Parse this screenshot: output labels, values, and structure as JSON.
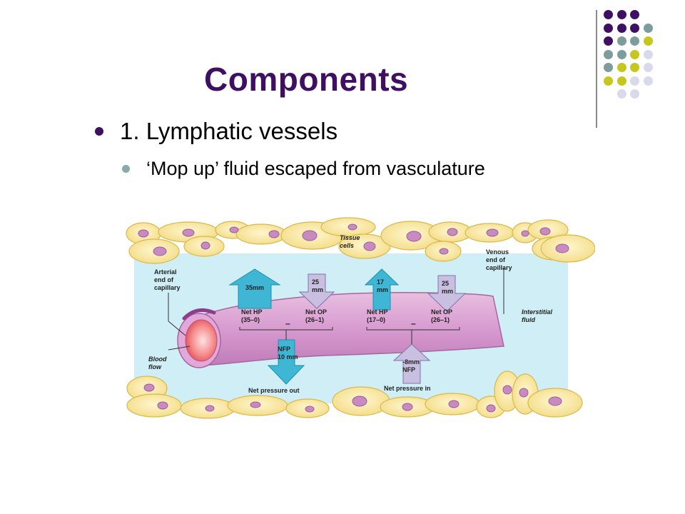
{
  "slide": {
    "title": "Components",
    "bullets": [
      {
        "text": "1. Lymphatic vessels",
        "level": 1
      },
      {
        "text": "‘Mop up’ fluid escaped from vasculature",
        "level": 2
      }
    ]
  },
  "colors": {
    "title": "#3f1062",
    "bullet_l1": "#3f1062",
    "bullet_l2": "#8aa9a9",
    "accent_purple": "#3f1062",
    "accent_teal": "#7d9c9c",
    "accent_olive": "#c6c61f",
    "accent_lavender": "#d9d9ec"
  },
  "decor_dots": [
    [
      "accent_purple",
      "accent_purple",
      "accent_purple"
    ],
    [
      "accent_purple",
      "accent_purple",
      "accent_purple",
      "accent_teal"
    ],
    [
      "accent_purple",
      "accent_teal",
      "accent_teal",
      "accent_olive"
    ],
    [
      "accent_teal",
      "accent_teal",
      "accent_olive",
      "accent_lavender"
    ],
    [
      "accent_teal",
      "accent_olive",
      "accent_olive",
      "accent_lavender"
    ],
    [
      "accent_olive",
      "accent_olive",
      "accent_lavender",
      "accent_lavender"
    ],
    [
      "accent_lavender",
      "accent_lavender"
    ]
  ],
  "diagram": {
    "tissue_label": "Tissue cells",
    "arterial_label": "Arterial end of capillary",
    "venous_label": "Venous end of capillary",
    "interstitial_label": "Interstitial fluid",
    "blood_flow_label": "Blood flow",
    "arrow_arterial_hp": "35mm",
    "arrow_arterial_op": "25 mm",
    "arrow_venous_hp": "17 mm",
    "arrow_venous_op": "25 mm",
    "net_hp_arterial": "Net HP (35–0)",
    "net_op_arterial": "Net OP (26–1)",
    "net_hp_venous": "Net HP (17–0)",
    "net_op_venous": "Net OP (26–1)",
    "minus": "–",
    "nfp_out_value": "NFP 10 mm",
    "nfp_in_value": "-8mm NFP",
    "net_pressure_out": "Net pressure out",
    "net_pressure_in": "Net pressure in"
  }
}
